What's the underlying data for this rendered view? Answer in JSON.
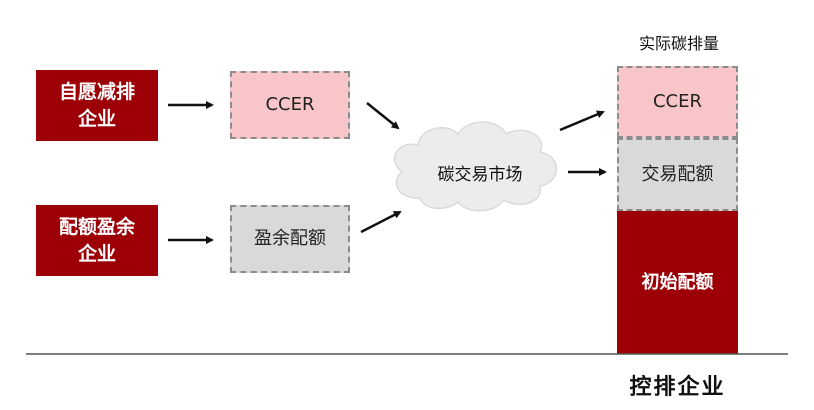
{
  "sources": {
    "voluntary": "自愿减排\n企业",
    "surplus": "配额盈余\n企业"
  },
  "middle": {
    "ccer": "CCER",
    "surplus_quota": "盈余配额"
  },
  "market": {
    "label": "碳交易市场"
  },
  "stack": {
    "title": "实际碳排量",
    "ccer": "CCER",
    "traded": "交易配额",
    "initial": "初始配额"
  },
  "footer": {
    "label": "控排企业"
  },
  "colors": {
    "dark_red": "#9c0006",
    "pink": "#f8c5c8",
    "grey": "#d9d9d9",
    "dash": "#8c8c8c"
  }
}
